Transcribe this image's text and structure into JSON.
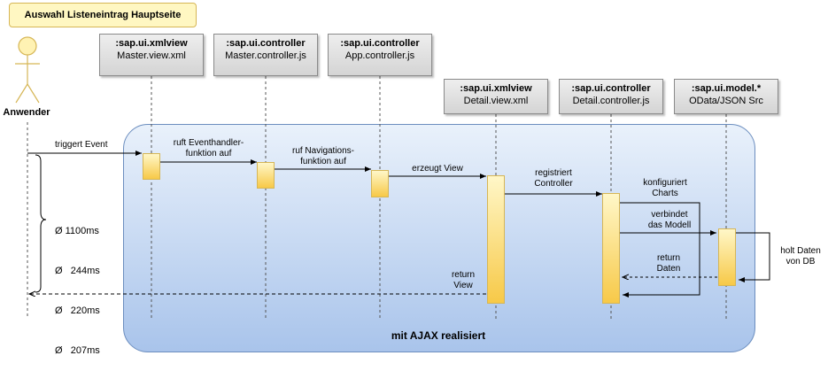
{
  "title": "Auswahl Listeneintrag Hauptseite",
  "actor": "Anwender",
  "area_label": "mit AJAX realisiert",
  "lifelines": [
    {
      "cls": ":sap.ui.xmlview",
      "name": "Master.view.xml"
    },
    {
      "cls": ":sap.ui.controller",
      "name": "Master.controller.js"
    },
    {
      "cls": ":sap.ui.controller",
      "name": "App.controller.js"
    },
    {
      "cls": ":sap.ui.xmlview",
      "name": "Detail.view.xml"
    },
    {
      "cls": ":sap.ui.controller",
      "name": "Detail.controller.js"
    },
    {
      "cls": ":sap.ui.model.*",
      "name": "OData/JSON Src"
    }
  ],
  "messages": {
    "m1": "triggert Event",
    "m2a": "ruft Eventhandler-",
    "m2b": "funktion auf",
    "m3a": "ruf Navigations-",
    "m3b": "funktion auf",
    "m4": "erzeugt View",
    "m5a": "registriert",
    "m5b": "Controller",
    "m6a": "konfiguriert",
    "m6b": "Charts",
    "m7a": "verbindet",
    "m7b": "das Modell",
    "m8a": "holt Daten",
    "m8b": "von DB",
    "m9a": "return",
    "m9b": "Daten",
    "m10a": "return",
    "m10b": "View"
  },
  "timings": [
    "Ø 1100ms",
    "Ø   244ms",
    "Ø   220ms",
    "Ø   207ms"
  ]
}
